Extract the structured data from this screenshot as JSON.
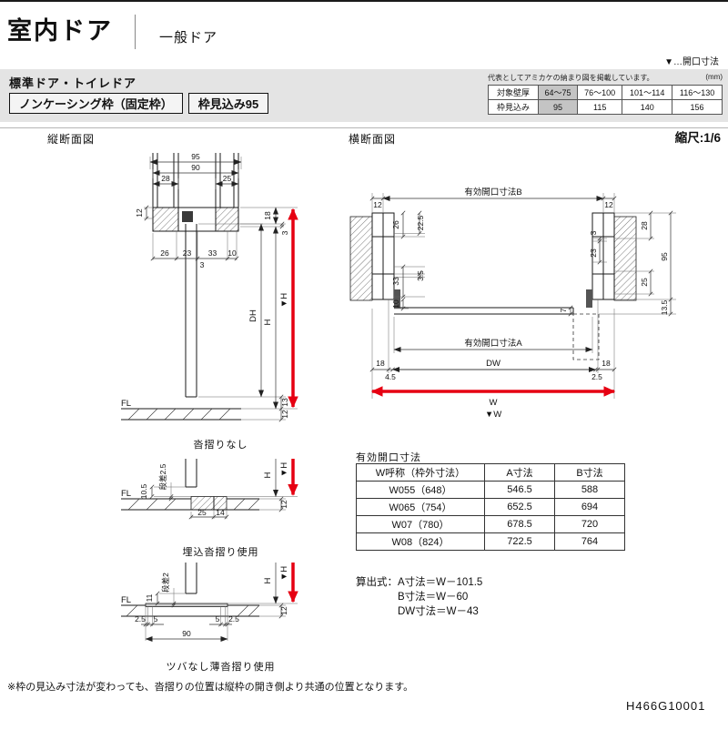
{
  "header": {
    "title": "室内ドア",
    "category": "一般ドア",
    "legend": "▼…開口寸法",
    "subtitle": "標準ドア・トイレドア",
    "frame_type": "ノンケーシング枠（固定枠）",
    "frame_depth": "枠見込み95"
  },
  "wall_table": {
    "note": "代表としてアミカケの納まり図を掲載しています。",
    "unit": "(mm)",
    "row1": [
      "対象壁厚",
      "64～75",
      "76～100",
      "101～114",
      "116～130"
    ],
    "row2": [
      "枠見込み",
      "95",
      "115",
      "140",
      "156"
    ]
  },
  "sections": {
    "vertical": "縦断面図",
    "horizontal": "横断面図",
    "scale": "縮尺:1/6"
  },
  "dims": {
    "d2_5": "2.5",
    "d3": "3",
    "d3_5": "3.5",
    "d4_5": "4.5",
    "d5": "5",
    "d7": "7",
    "d10": "10",
    "d10_5": "10.5",
    "d11": "11",
    "d12": "12",
    "d13": "13",
    "d13_5": "13.5",
    "d14": "14",
    "d18": "18",
    "d22_5": "22.5",
    "d23": "23",
    "d25": "25",
    "d26": "26",
    "d28": "28",
    "d33": "33",
    "d90": "90",
    "d95": "95",
    "H": "H",
    "vH": "▼H",
    "DH": "DH",
    "DW": "DW",
    "W": "W",
    "vW": "▼W",
    "FL": "FL",
    "step2_5": "段差2.5",
    "step2": "段差2",
    "openA": "有効開口寸法A",
    "openB": "有効開口寸法B"
  },
  "captions": {
    "no_threshold": "沓摺りなし",
    "embedded_threshold": "埋込沓摺り使用",
    "thin_threshold": "ツバなし薄沓摺り使用"
  },
  "open_table": {
    "title": "有効開口寸法",
    "headers": [
      "W呼称（枠外寸法）",
      "A寸法",
      "B寸法"
    ],
    "rows": [
      [
        "W055（648）",
        "546.5",
        "588"
      ],
      [
        "W065（754）",
        "652.5",
        "694"
      ],
      [
        "W07（780）",
        "678.5",
        "720"
      ],
      [
        "W08（824）",
        "722.5",
        "764"
      ]
    ]
  },
  "formulas": {
    "label": "算出式：",
    "lines": [
      "A寸法＝W－101.5",
      "B寸法＝W－60",
      "DW寸法＝W－43"
    ]
  },
  "footer": {
    "note": "※枠の見込み寸法が変わっても、沓摺りの位置は縦枠の開き側より共通の位置となります。",
    "doc_code": "H466G10001"
  },
  "colors": {
    "accent_red": "#e60012",
    "band_gray": "#e4e4e4",
    "shade_gray": "#c4c4c4"
  }
}
